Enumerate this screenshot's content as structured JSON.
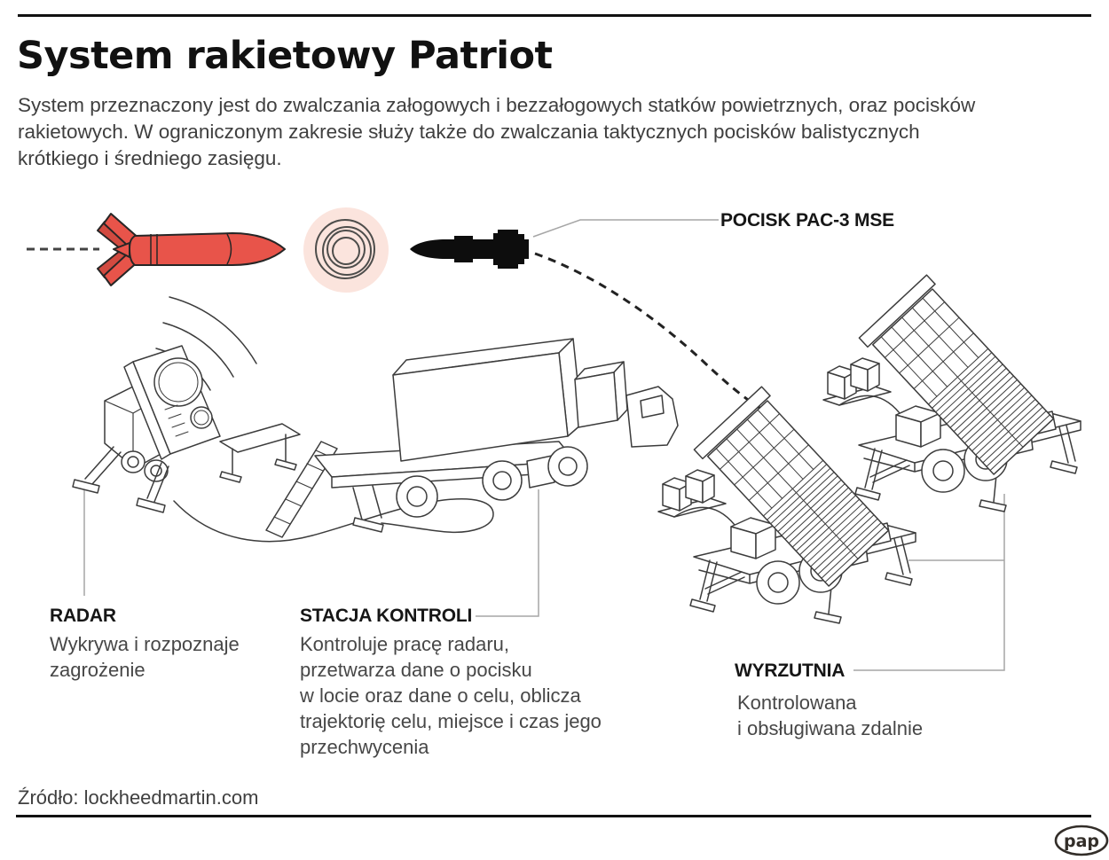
{
  "header": {
    "title": "System rakietowy Patriot",
    "intro": "System przeznaczony jest do zwalczania załogowych i bezzałogowych statków powietrznych, oraz pocisków\nrakietowych. W ograniczonym zakresie służy także do zwalczania taktycznych pocisków balistycznych\nkrótkiego i średniego zasięgu."
  },
  "diagram": {
    "missile_label": "POCISK PAC-3 MSE",
    "radar": {
      "label": "RADAR",
      "description": "Wykrywa i rozpoznaje\nzagrożenie"
    },
    "control_station": {
      "label": "STACJA KONTROLI",
      "description": "Kontroluje pracę radaru,\nprzetwarza dane o pocisku\nw locie oraz dane o celu, oblicza\ntrajektorię celu, miejsce i czas jego\nprzechwycenia"
    },
    "launcher": {
      "label": "WYRZUTNIA",
      "description": "Kontrolowana\ni obsługiwana zdalnie"
    }
  },
  "footer": {
    "source": "Źródło: lockheedmartin.com",
    "logo_text": "pap"
  },
  "icons": {
    "threat-missile-icon": "red enemy missile flying right with dashed trail",
    "blast-icon": "pink circle with concentric gray rings (intercept point)",
    "interceptor-missile-icon": "black PAC-3 MSE missile silhouette",
    "radar-illustration": "Patriot radar unit line art with radio wave arcs",
    "control-station-illustration": "control station truck line art",
    "launcher-illustration": "two Patriot launcher trailers line art",
    "trajectory-line": "dashed interception trajectory curve",
    "pap-logo": "oval PAP agency logo"
  },
  "colors": {
    "threat_red": "#e8544a",
    "threat_red_dark": "#d24a40",
    "blast_pink": "#fbe4dd",
    "ring_gray": "#4d4d4b",
    "ink": "#111111",
    "body_text": "#3f3f3f",
    "line_art": "#3c3c3c",
    "pointer_gray": "#a6a6a6",
    "logo_brown": "#332e29"
  }
}
